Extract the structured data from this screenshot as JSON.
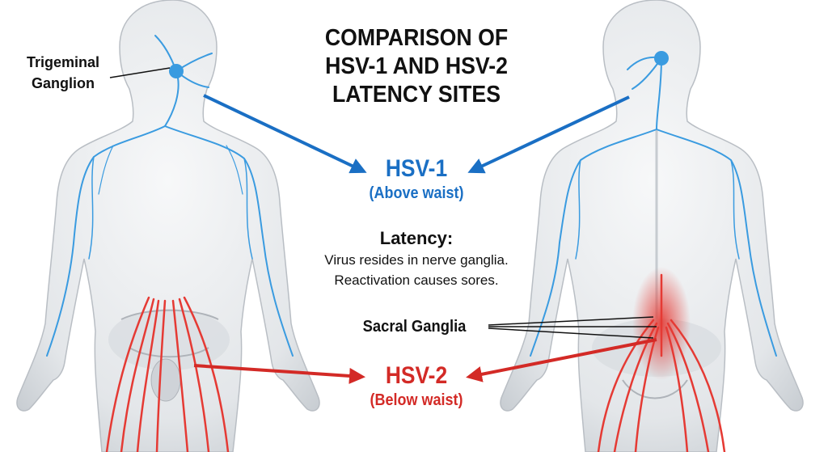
{
  "title": {
    "line1": "COMPARISON OF",
    "line2": "HSV-1 AND HSV-2",
    "line3": "LATENCY SITES"
  },
  "labels": {
    "trigeminal_line1": "Trigeminal",
    "trigeminal_line2": "Ganglion",
    "sacral": "Sacral Ganglia"
  },
  "hsv1": {
    "name": "HSV-1",
    "site": "(Above waist)"
  },
  "hsv2": {
    "name": "HSV-2",
    "site": "(Below waist)"
  },
  "latency": {
    "heading": "Latency:",
    "line1": "Virus resides in nerve ganglia.",
    "line2": "Reactivation causes sores."
  },
  "colors": {
    "hsv1": "#1a6fc4",
    "hsv2": "#d32a26",
    "nerve_blue": "#3a9be0",
    "nerve_red": "#e53a34",
    "body": "#e9ecef"
  }
}
